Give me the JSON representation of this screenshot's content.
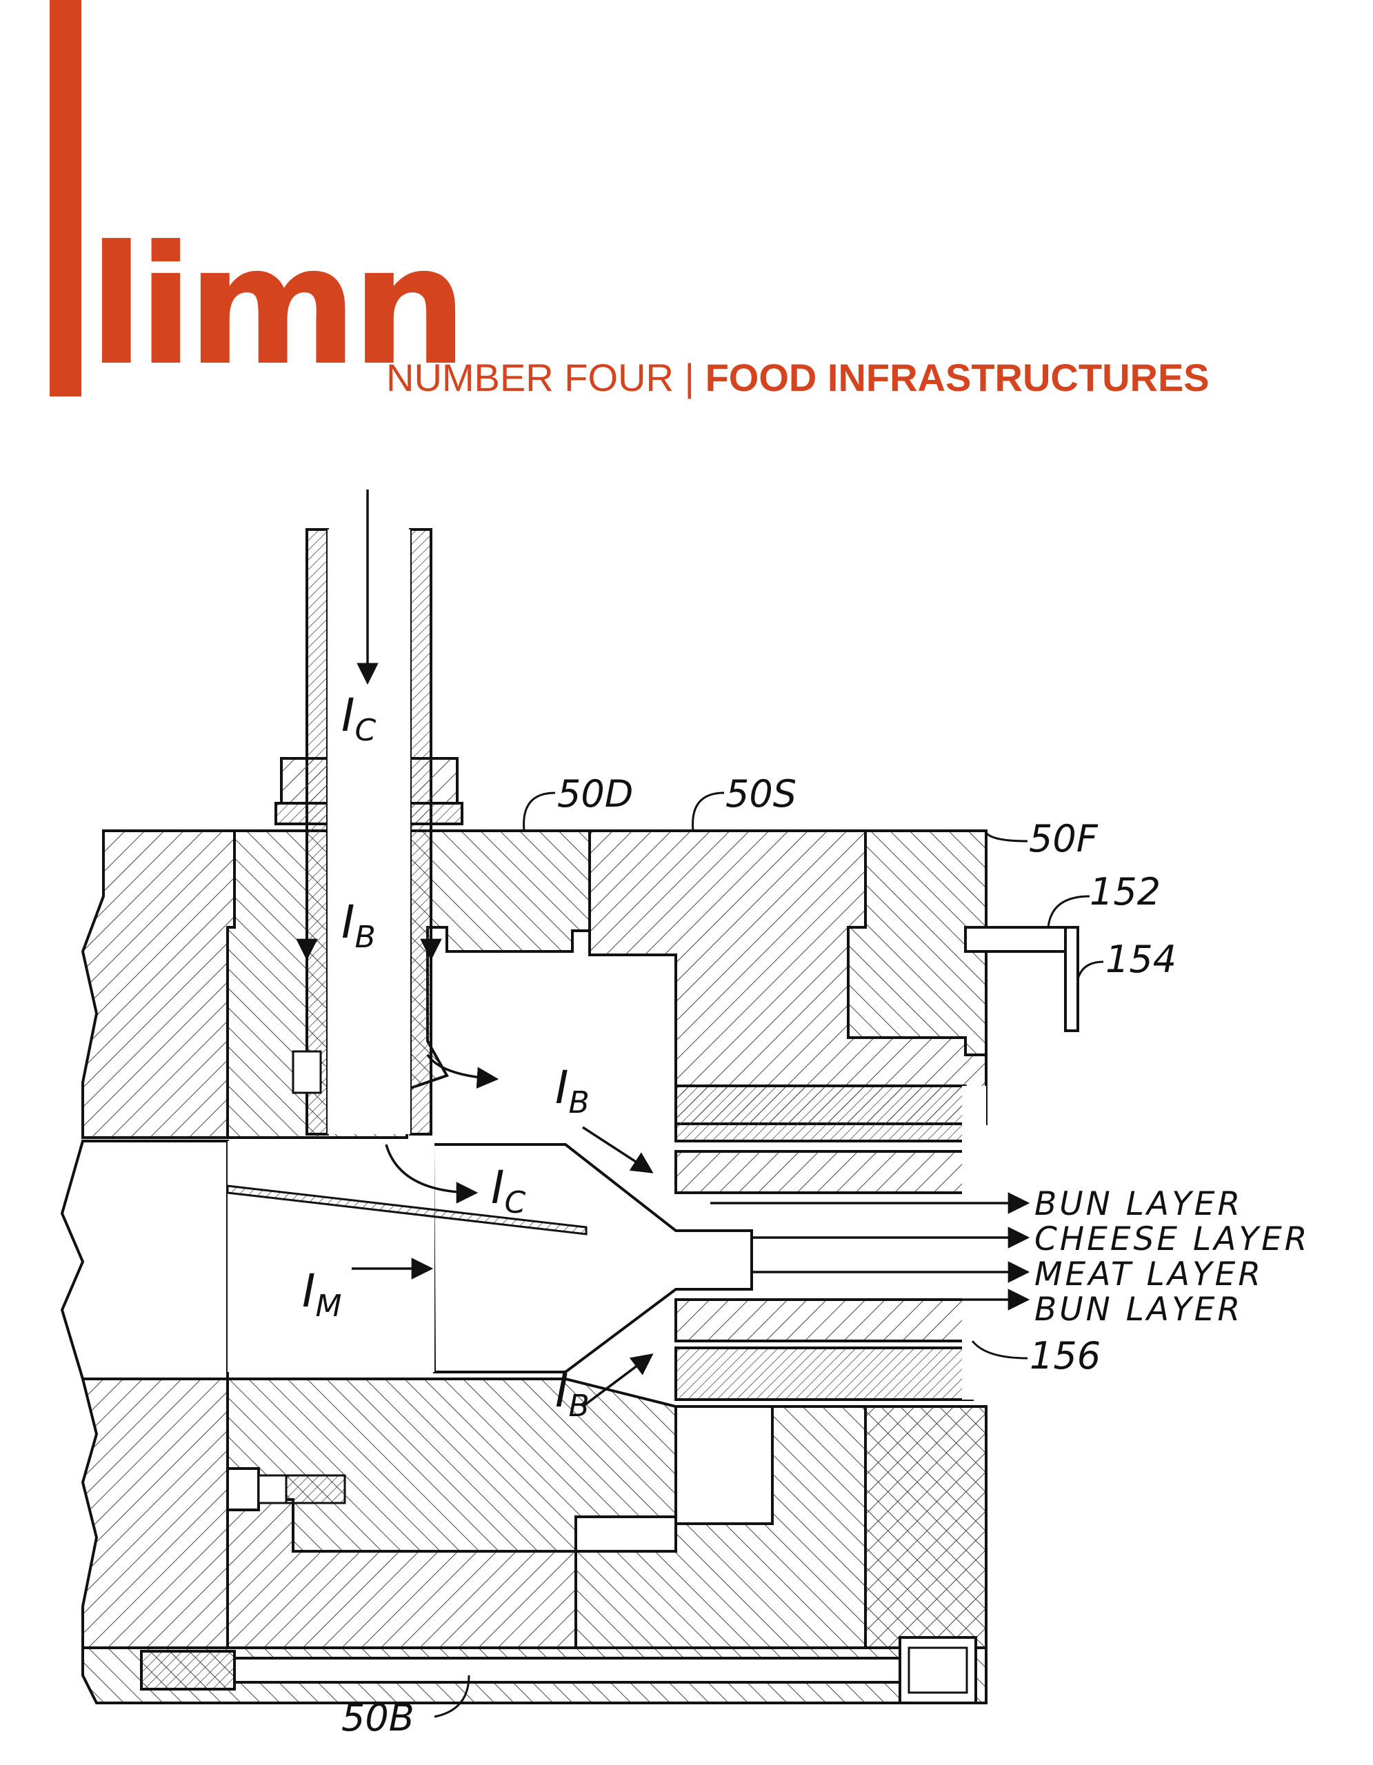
{
  "colors": {
    "accent": "#d4451f",
    "ink": "#111111",
    "hatch": "#444444"
  },
  "masthead": {
    "logo": "limn",
    "issue_number": "NUMBER FOUR",
    "separator": "|",
    "issue_title": "FOOD INFRASTRUCTURES"
  },
  "diagram": {
    "part_labels": [
      "50D",
      "50S",
      "50F",
      "152",
      "154",
      "156",
      "50B"
    ],
    "flow_labels": [
      {
        "main": "I",
        "sub": "C"
      },
      {
        "main": "I",
        "sub": "B"
      },
      {
        "main": "I",
        "sub": "B"
      },
      {
        "main": "I",
        "sub": "C"
      },
      {
        "main": "I",
        "sub": "M"
      },
      {
        "main": "I",
        "sub": "B"
      }
    ],
    "output_layers": [
      "BUN LAYER",
      "CHEESE LAYER",
      "MEAT LAYER",
      "BUN LAYER"
    ]
  }
}
